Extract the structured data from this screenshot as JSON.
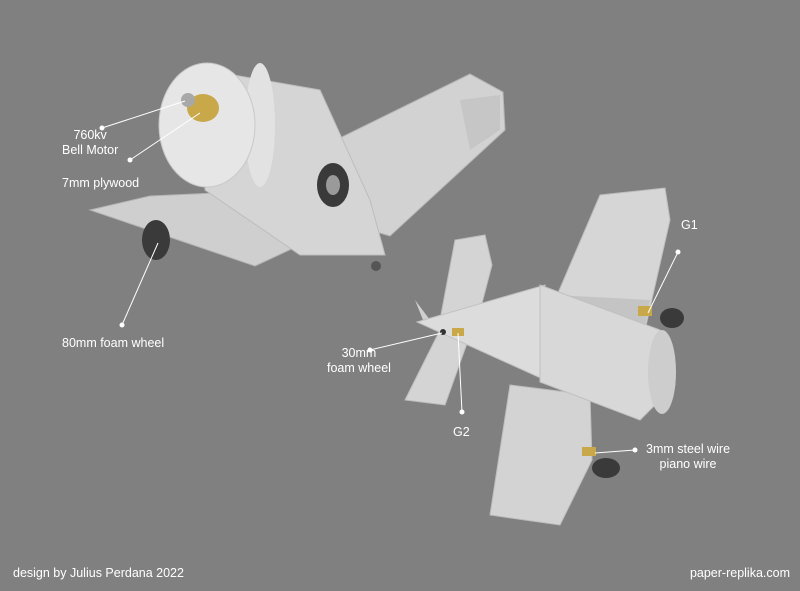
{
  "labels": {
    "motor": [
      "760kv",
      "Bell Motor"
    ],
    "plywood": "7mm plywood",
    "wheel80": "80mm foam wheel",
    "wheel30": [
      "30mm",
      "foam wheel"
    ],
    "g1": "G1",
    "g2": "G2",
    "wire": [
      "3mm steel wire",
      "piano wire"
    ]
  },
  "footer": {
    "credit": "design by Julius Perdana 2022",
    "site": "paper-replika.com"
  },
  "colors": {
    "background": "#808080",
    "body": "#d8d8d8",
    "bracket": "#c8a848",
    "wheel": "#3a3a3a"
  }
}
